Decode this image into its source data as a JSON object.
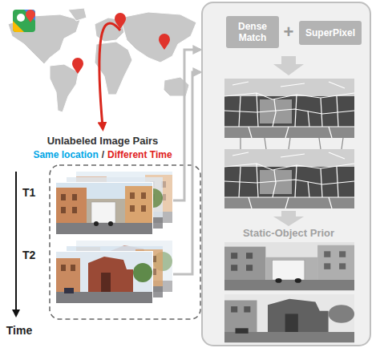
{
  "diagram": {
    "nodes": [
      {
        "text": [
          "Dense Match"
        ]
      },
      {
        "text": [
          "SuperPixel"
        ]
      }
    ],
    "labels": [
      "Unlabeled Image Pairs",
      "Same location",
      "/",
      "Different Time",
      "T1",
      "T2",
      "Time",
      "+",
      "Static-Object Prior"
    ]
  }
}
